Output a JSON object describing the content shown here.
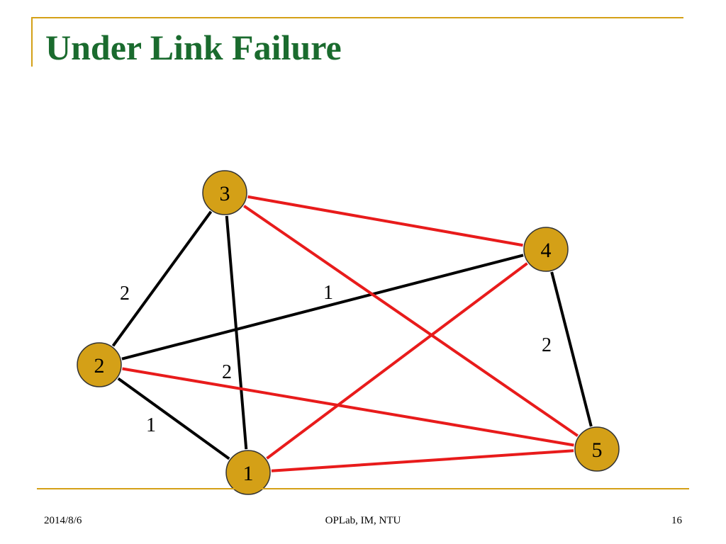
{
  "slide": {
    "title": "Under Link Failure",
    "footer_date": "2014/8/6",
    "footer_center": "OPLab, IM, NTU",
    "page_number": "16"
  },
  "colors": {
    "title": "#1a6b2e",
    "frame": "#d4a017",
    "node_fill": "#d4a017",
    "node_stroke": "#333333",
    "edge_normal": "#000000",
    "edge_failed": "#e81b1b"
  },
  "graph": {
    "nodes": [
      "1",
      "2",
      "3",
      "4",
      "5"
    ],
    "edges": [
      {
        "from": "3",
        "to": "2",
        "status": "normal"
      },
      {
        "from": "3",
        "to": "1",
        "status": "normal"
      },
      {
        "from": "2",
        "to": "4",
        "status": "normal"
      },
      {
        "from": "2",
        "to": "1",
        "status": "normal"
      },
      {
        "from": "4",
        "to": "5",
        "status": "normal"
      },
      {
        "from": "3",
        "to": "4",
        "status": "failed"
      },
      {
        "from": "3",
        "to": "5",
        "status": "failed"
      },
      {
        "from": "2",
        "to": "5",
        "status": "failed"
      },
      {
        "from": "1",
        "to": "4",
        "status": "failed"
      },
      {
        "from": "1",
        "to": "5",
        "status": "failed"
      }
    ],
    "weight_labels": [
      "2",
      "1",
      "2",
      "2",
      "1"
    ]
  }
}
